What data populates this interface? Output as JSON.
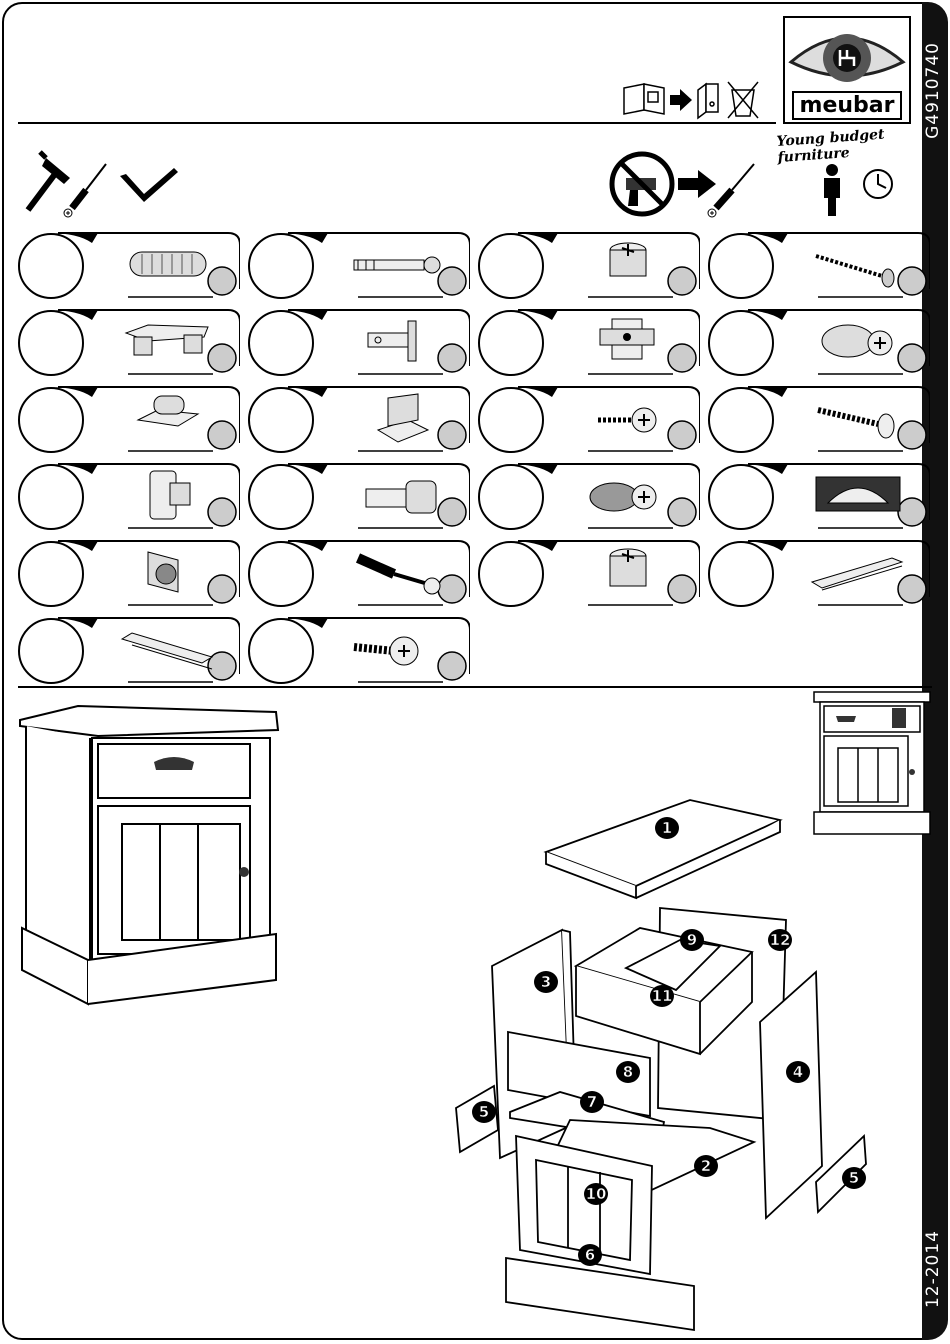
{
  "document": {
    "code": "G4910740",
    "date": "12-2014",
    "brand": {
      "name": "meubar",
      "tagline": "Young budget furniture"
    }
  },
  "icons": {
    "header_instructions": [
      "manual-icon",
      "arrow-icon",
      "binder-icon",
      "no-disposal-icon"
    ],
    "tools": [
      "hammer-icon",
      "screwdriver-icon",
      "square-icon"
    ],
    "tool_notes": [
      "no-power-drill-icon",
      "arrow-icon",
      "screwdriver-icon",
      "one-person-icon",
      "clock-icon"
    ]
  },
  "hardware": [
    {
      "name": "wooden-dowel"
    },
    {
      "name": "cam-bolt"
    },
    {
      "name": "cam-lock"
    },
    {
      "name": "wood-screw"
    },
    {
      "name": "double-cam-connector"
    },
    {
      "name": "hinge-plate"
    },
    {
      "name": "hinge-mount"
    },
    {
      "name": "bolt-connector"
    },
    {
      "name": "magnetic-catch"
    },
    {
      "name": "shelf-clip"
    },
    {
      "name": "short-screw"
    },
    {
      "name": "machine-screw"
    },
    {
      "name": "door-knob-plate"
    },
    {
      "name": "furniture-foot"
    },
    {
      "name": "euro-screw"
    },
    {
      "name": "cup-handle"
    },
    {
      "name": "corner-bracket"
    },
    {
      "name": "expansion-bolt"
    },
    {
      "name": "cam-lock-large"
    },
    {
      "name": "drawer-runner-left"
    },
    {
      "name": "drawer-runner-right"
    },
    {
      "name": "flange-screw"
    }
  ],
  "parts": [
    "1",
    "2",
    "3",
    "4",
    "5",
    "5",
    "6",
    "7",
    "8",
    "9",
    "10",
    "11",
    "12"
  ]
}
